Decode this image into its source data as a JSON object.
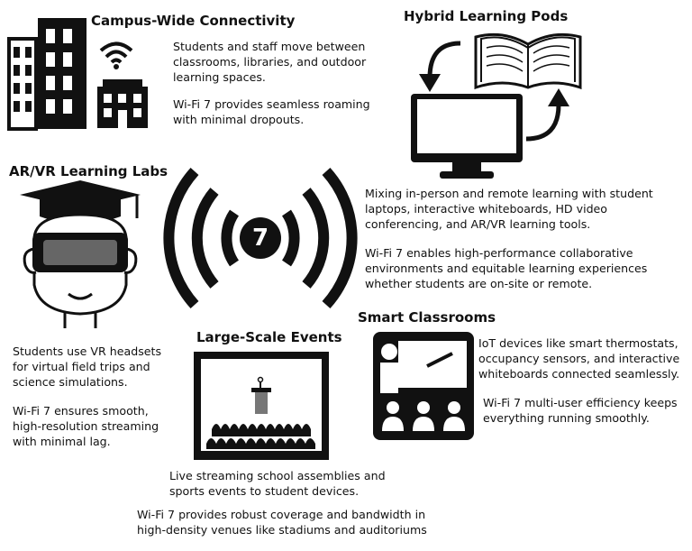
{
  "center": {
    "badge": "7"
  },
  "campus": {
    "title": "Campus-Wide Connectivity",
    "desc": "Students and staff move between classrooms, libraries, and outdoor learning spaces.",
    "wifi7": "Wi-Fi 7 provides seamless roaming with minimal dropouts."
  },
  "hybrid": {
    "title": "Hybrid Learning Pods",
    "desc": "Mixing in-person and remote learning with student laptops, interactive whiteboards, HD video conferencing, and AR/VR learning tools.",
    "wifi7": "Wi-Fi 7 enables high-performance collaborative environments and equitable learning experiences whether students are on-site or remote."
  },
  "arvr": {
    "title": "AR/VR Learning Labs",
    "desc": "Students use VR headsets for virtual field trips and science simulations.",
    "wifi7": "Wi-Fi 7 ensures smooth, high-resolution streaming with minimal lag."
  },
  "smart": {
    "title": "Smart Classrooms",
    "desc": "IoT devices like smart thermostats, occupancy sensors, and interactive whiteboards connected seamlessly.",
    "wifi7": "Wi-Fi 7 multi-user efficiency keeps everything running smoothly."
  },
  "events": {
    "title": "Large-Scale Events",
    "desc": "Live streaming school assemblies and sports events to student devices.",
    "wifi7": "Wi-Fi 7 provides robust coverage and bandwidth in high-density venues like stadiums and auditoriums"
  }
}
